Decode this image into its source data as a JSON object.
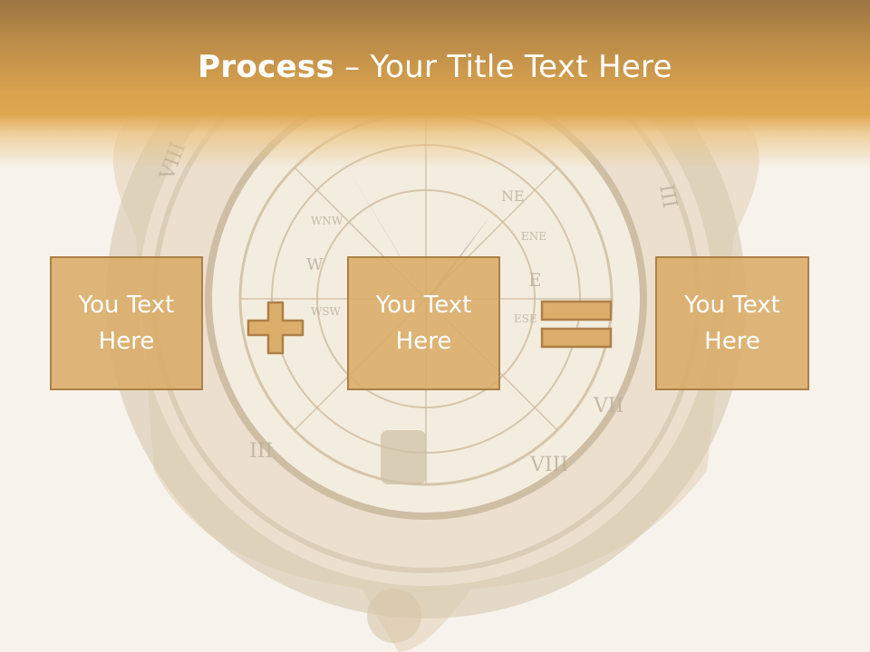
{
  "title": {
    "bold": "Process",
    "separator": " – ",
    "rest": "Your Title Text Here"
  },
  "steps": [
    {
      "label_line1": "You Text",
      "label_line2": "Here"
    },
    {
      "label_line1": "You Text",
      "label_line2": "Here"
    },
    {
      "label_line1": "You Text",
      "label_line2": "Here"
    }
  ],
  "operators": [
    "plus-icon",
    "equals-icon"
  ],
  "background": {
    "image": "antique-compass",
    "markings": [
      "NE",
      "ENE",
      "E",
      "ESE",
      "W",
      "WNW",
      "WSW"
    ],
    "numerals": [
      "VIII",
      "III",
      "VII",
      "VIII",
      "III"
    ]
  },
  "colors": {
    "title_band": "#d8a24e",
    "box_fill": "#daac68",
    "box_border": "#ad8047",
    "operator_fill": "#dcae6c",
    "text": "#ffffff",
    "page": "#f7f3ec"
  }
}
